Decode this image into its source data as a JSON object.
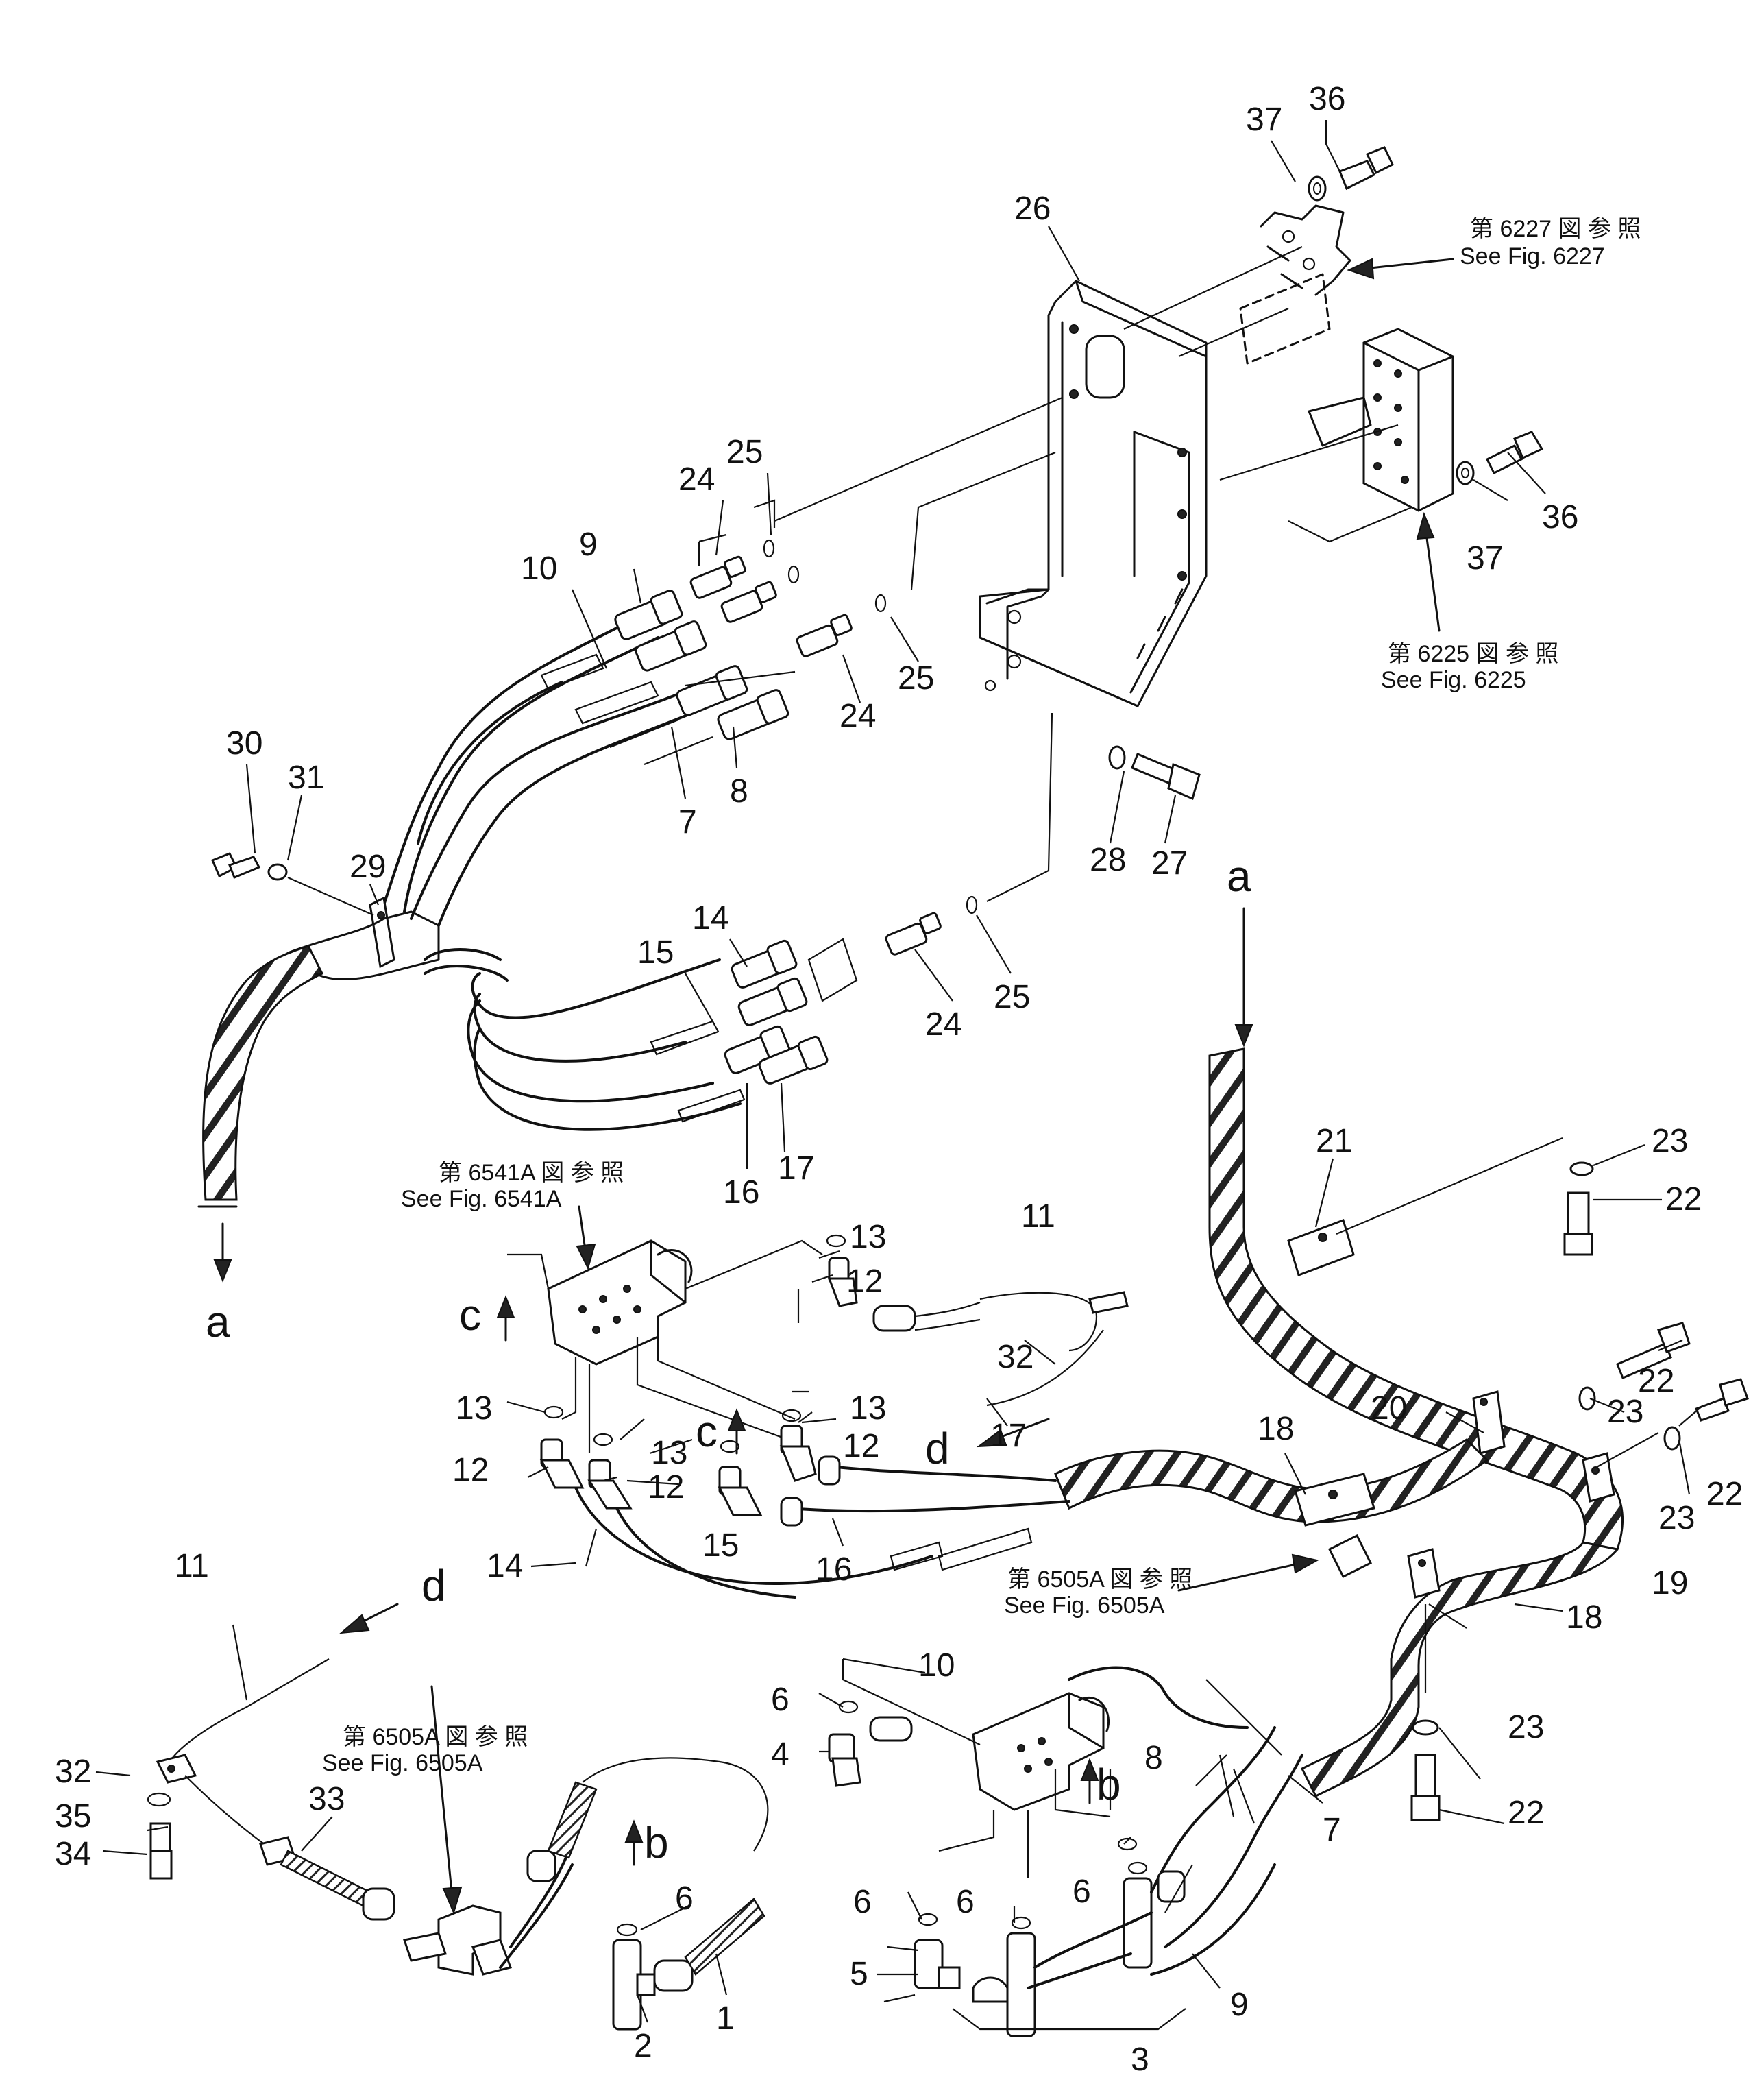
{
  "part_numbers": [
    "1",
    "2",
    "3",
    "4",
    "5",
    "6",
    "7",
    "8",
    "9",
    "10",
    "11",
    "12",
    "13",
    "14",
    "15",
    "16",
    "17",
    "18",
    "19",
    "20",
    "21",
    "22",
    "23",
    "24",
    "25",
    "26",
    "27",
    "28",
    "29",
    "30",
    "31",
    "32",
    "33",
    "34",
    "35",
    "36",
    "37"
  ],
  "section_letters": [
    "a",
    "b",
    "c",
    "d"
  ],
  "references": [
    {
      "jp": "第 6227 図 参 照",
      "en": "See Fig. 6227"
    },
    {
      "jp": "第 6225 図 参 照",
      "en": "See Fig. 6225"
    },
    {
      "jp": "第 6541A 図 参 照",
      "en": "See Fig. 6541A"
    },
    {
      "jp": "第 6505A 図 参 照",
      "en": "See Fig. 6505A"
    },
    {
      "jp": "第 6505A 図 参 照",
      "en": "See Fig. 6505A"
    }
  ],
  "colors": {
    "line": "#111111",
    "background": "#ffffff"
  }
}
